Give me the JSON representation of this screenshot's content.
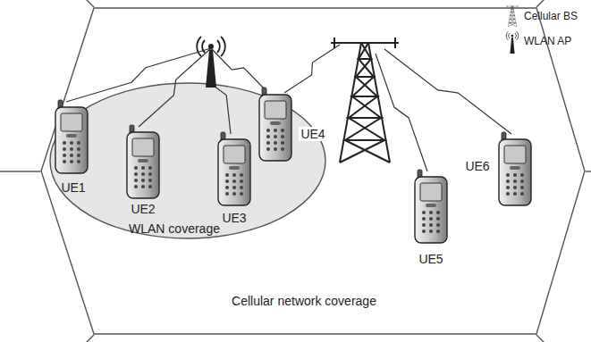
{
  "diagram": {
    "nodes": [
      {
        "text": [
          "Cellular network coverage"
        ]
      },
      {
        "text": [
          "WLAN coverage"
        ],
        "in": 0
      }
    ],
    "labels": [
      "UE1",
      "UE2",
      "UE3",
      "UE4",
      "UE5",
      "UE6"
    ],
    "legend": [
      {
        "text": "Cellular BS"
      },
      {
        "text": "WLAN AP"
      }
    ]
  }
}
